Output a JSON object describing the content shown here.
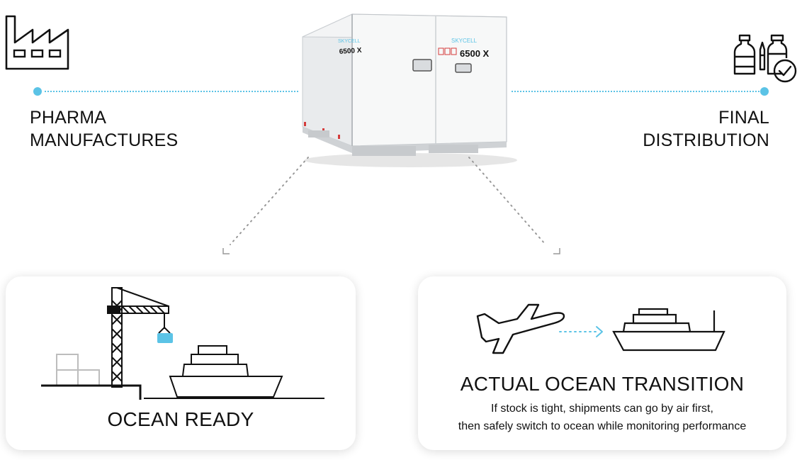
{
  "top": {
    "left_label_line1": "PHARMA",
    "left_label_line2": "MANUFACTURES",
    "right_label_line1": "FINAL",
    "right_label_line2": "DISTRIBUTION"
  },
  "container": {
    "brand": "SKYCELL",
    "model": "6500 X"
  },
  "cards": {
    "left": {
      "title": "OCEAN READY"
    },
    "right": {
      "title": "ACTUAL OCEAN TRANSITION",
      "desc_line1": "If stock is tight, shipments can go by air first,",
      "desc_line2": "then safely switch to ocean while monitoring performance"
    }
  },
  "colors": {
    "accent": "#5bc3e6",
    "line": "#111111",
    "crane_cargo": "#5bc3e6"
  },
  "icons": [
    "factory-icon",
    "medicine-vials-check-icon",
    "crane-icon",
    "ship-icon",
    "airplane-icon",
    "arrow-right-icon"
  ]
}
